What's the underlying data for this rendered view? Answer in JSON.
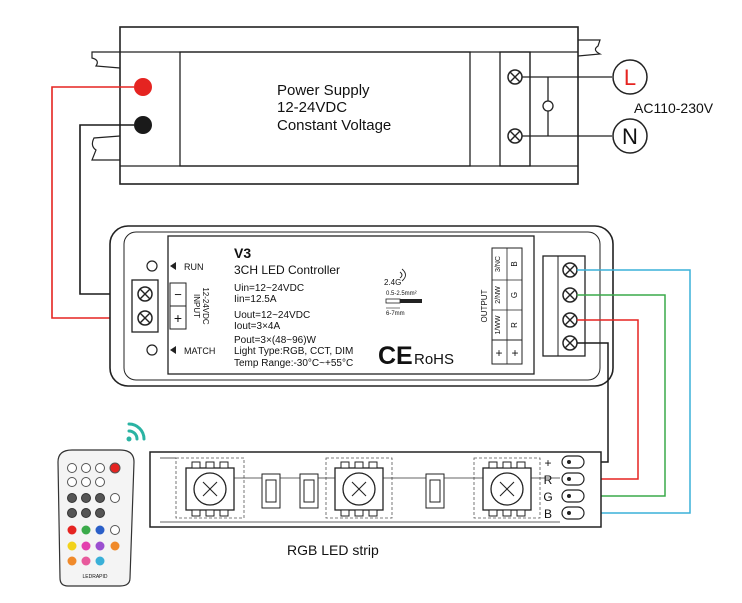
{
  "power_supply": {
    "line1": "Power Supply",
    "line2": "12-24VDC",
    "line3": "Constant Voltage",
    "terminal_l": "L",
    "terminal_n": "N",
    "ac_label": "AC110-230V"
  },
  "controller": {
    "model": "V3",
    "name": "3CH LED Controller",
    "run_label": "RUN",
    "match_label": "MATCH",
    "input_label_1": "INPUT",
    "input_label_2": "12-24VDC",
    "minus": "−",
    "plus": "+",
    "spec_uin": "Uin=12~24VDC",
    "spec_iin": "Iin=12.5A",
    "spec_uout": "Uout=12~24VDC",
    "spec_iout": "Iout=3×4A",
    "spec_pout": "Pout=3×(48~96)W",
    "spec_type": "Light Type:RGB, CCT, DIM",
    "spec_temp": "Temp Range:-30°C~+55°C",
    "rf": "2.4G",
    "wire_gauge": "0.5-2.5mm²",
    "strip_len": "6-7mm",
    "ce": "CE",
    "rohs": "RoHS",
    "output_label": "OUTPUT",
    "out_b": "B",
    "out_g": "G",
    "out_r": "R",
    "out_3nc": "3/NC",
    "out_2nw": "2/NW",
    "out_1ww": "1/WW",
    "out_plus_1": "+",
    "out_plus_2": "+"
  },
  "strip": {
    "label": "RGB LED strip",
    "pin_plus": "+",
    "pin_r": "R",
    "pin_g": "G",
    "pin_b": "B"
  },
  "remote": {
    "brand": "LEDRAPID"
  },
  "colors": {
    "red_wire": "#e52421",
    "black_wire": "#222222",
    "green_wire": "#3aaa4a",
    "blue_wire": "#3ab0d8",
    "wifi": "#2ab3a3"
  }
}
